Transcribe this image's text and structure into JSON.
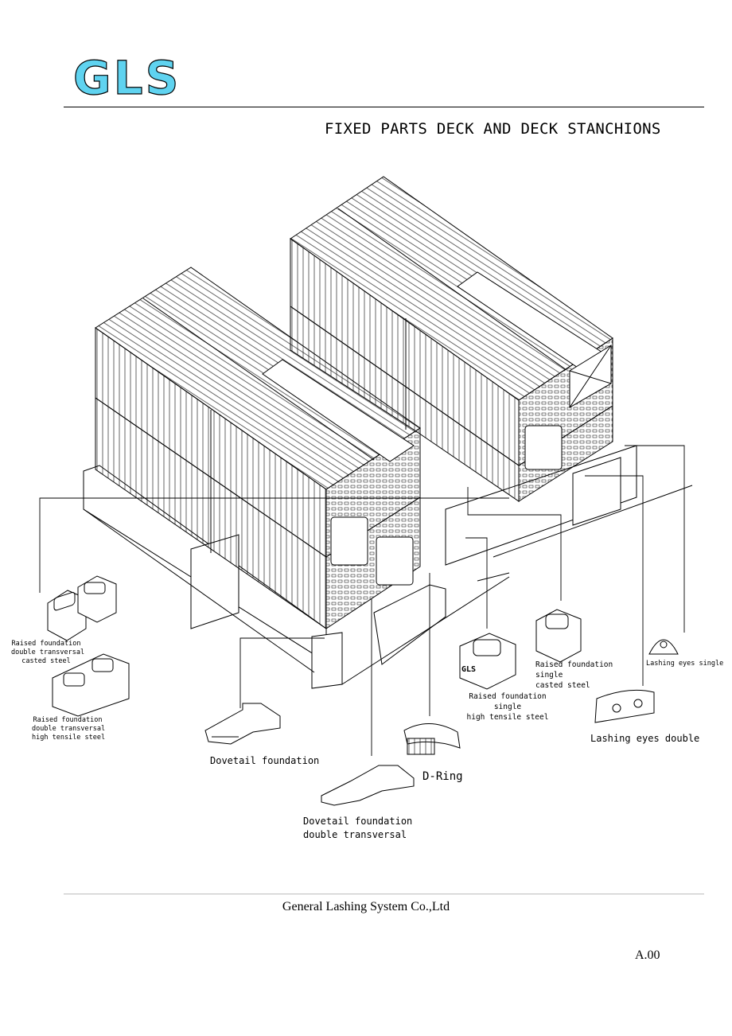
{
  "logo": {
    "text": "GLS",
    "fill": "#5fd3f0"
  },
  "page_title": "FIXED PARTS DECK AND DECK STANCHIONS",
  "labels": {
    "raised_double_cast": [
      "Raised foundation",
      "double transversal",
      "casted steel"
    ],
    "raised_double_hts": [
      "Raised foundation",
      "double transversal",
      "high tensile steel"
    ],
    "raised_single_hts": [
      "Raised foundation",
      "single",
      "high tensile steel"
    ],
    "raised_single_cast": [
      "Raised foundation",
      "single",
      "casted steel"
    ],
    "lashing_single": "Lashing eyes single",
    "lashing_double": "Lashing eyes double",
    "dovetail": "Dovetail foundation",
    "dovetail_double": [
      "Dovetail foundation",
      "double transversal"
    ],
    "d_ring": "D-Ring"
  },
  "part_marking": "GLS",
  "footer": {
    "company": "General Lashing System Co.,Ltd",
    "code": "A.00"
  }
}
